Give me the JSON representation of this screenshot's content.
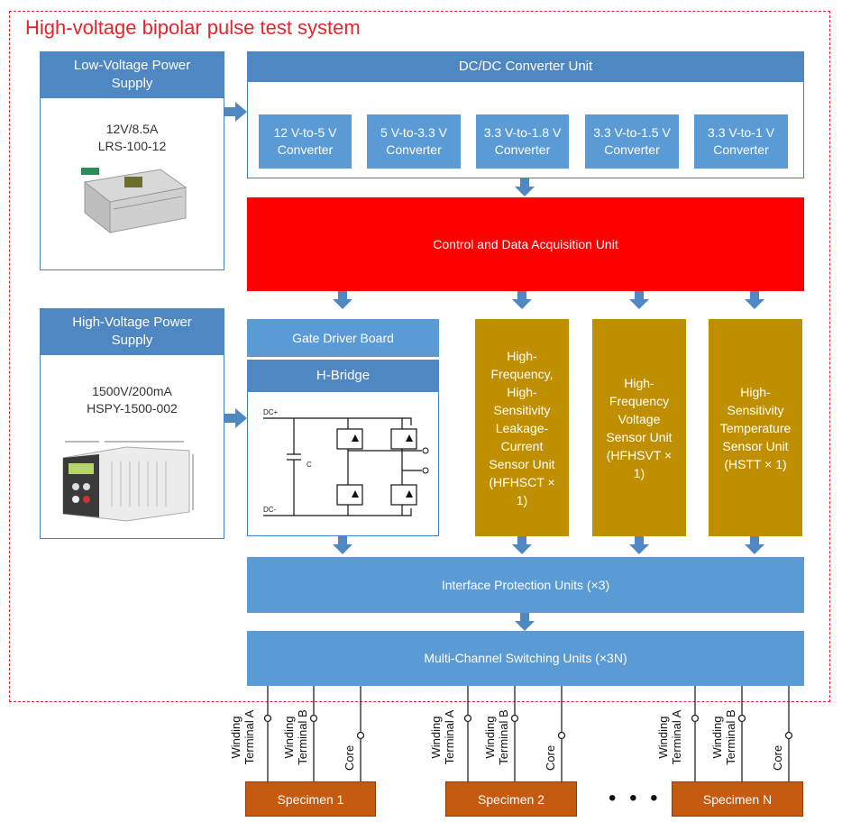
{
  "title": "High-voltage bipolar pulse test system",
  "lv_supply": {
    "header": "Low-Voltage Power Supply",
    "spec1": "12V/8.5A",
    "spec2": "LRS-100-12"
  },
  "hv_supply": {
    "header": "High-Voltage Power Supply",
    "spec1": "1500V/200mA",
    "spec2": "HSPY-1500-002"
  },
  "dcdc": {
    "header": "DC/DC Converter Unit",
    "converters": [
      "12 V-to-5 V Converter",
      "5 V-to-3.3 V Converter",
      "3.3 V-to-1.8 V Converter",
      "3.3 V-to-1.5 V Converter",
      "3.3 V-to-1 V Converter"
    ]
  },
  "control": "Control and Data Acquisition Unit",
  "gate_driver": "Gate Driver Board",
  "hbridge": {
    "header": "H-Bridge",
    "dc_plus": "DC+",
    "dc_minus": "DC-",
    "cap": "C"
  },
  "sensors": [
    "High-Frequency, High-Sensitivity Leakage-Current Sensor Unit (HFHSCT × 1)",
    "High-Frequency Voltage Sensor Unit (HFHSVT × 1)",
    "High-Sensitivity Temperature Sensor Unit (HSTT × 1)"
  ],
  "interface": "Interface Protection Units (×3)",
  "switching": "Multi-Channel Switching Units (×3N)",
  "terminals": {
    "a": "Winding Terminal A",
    "b": "Winding Terminal B",
    "core": "Core"
  },
  "specimens": [
    "Specimen 1",
    "Specimen 2",
    "Specimen N"
  ],
  "ellipsis": "• • •",
  "colors": {
    "blue": "#5b9bd5",
    "header_blue": "#4f87c3",
    "red": "#ff0000",
    "gold": "#bf8f00",
    "orange": "#c55a11",
    "dash_red": "#e8232a"
  }
}
